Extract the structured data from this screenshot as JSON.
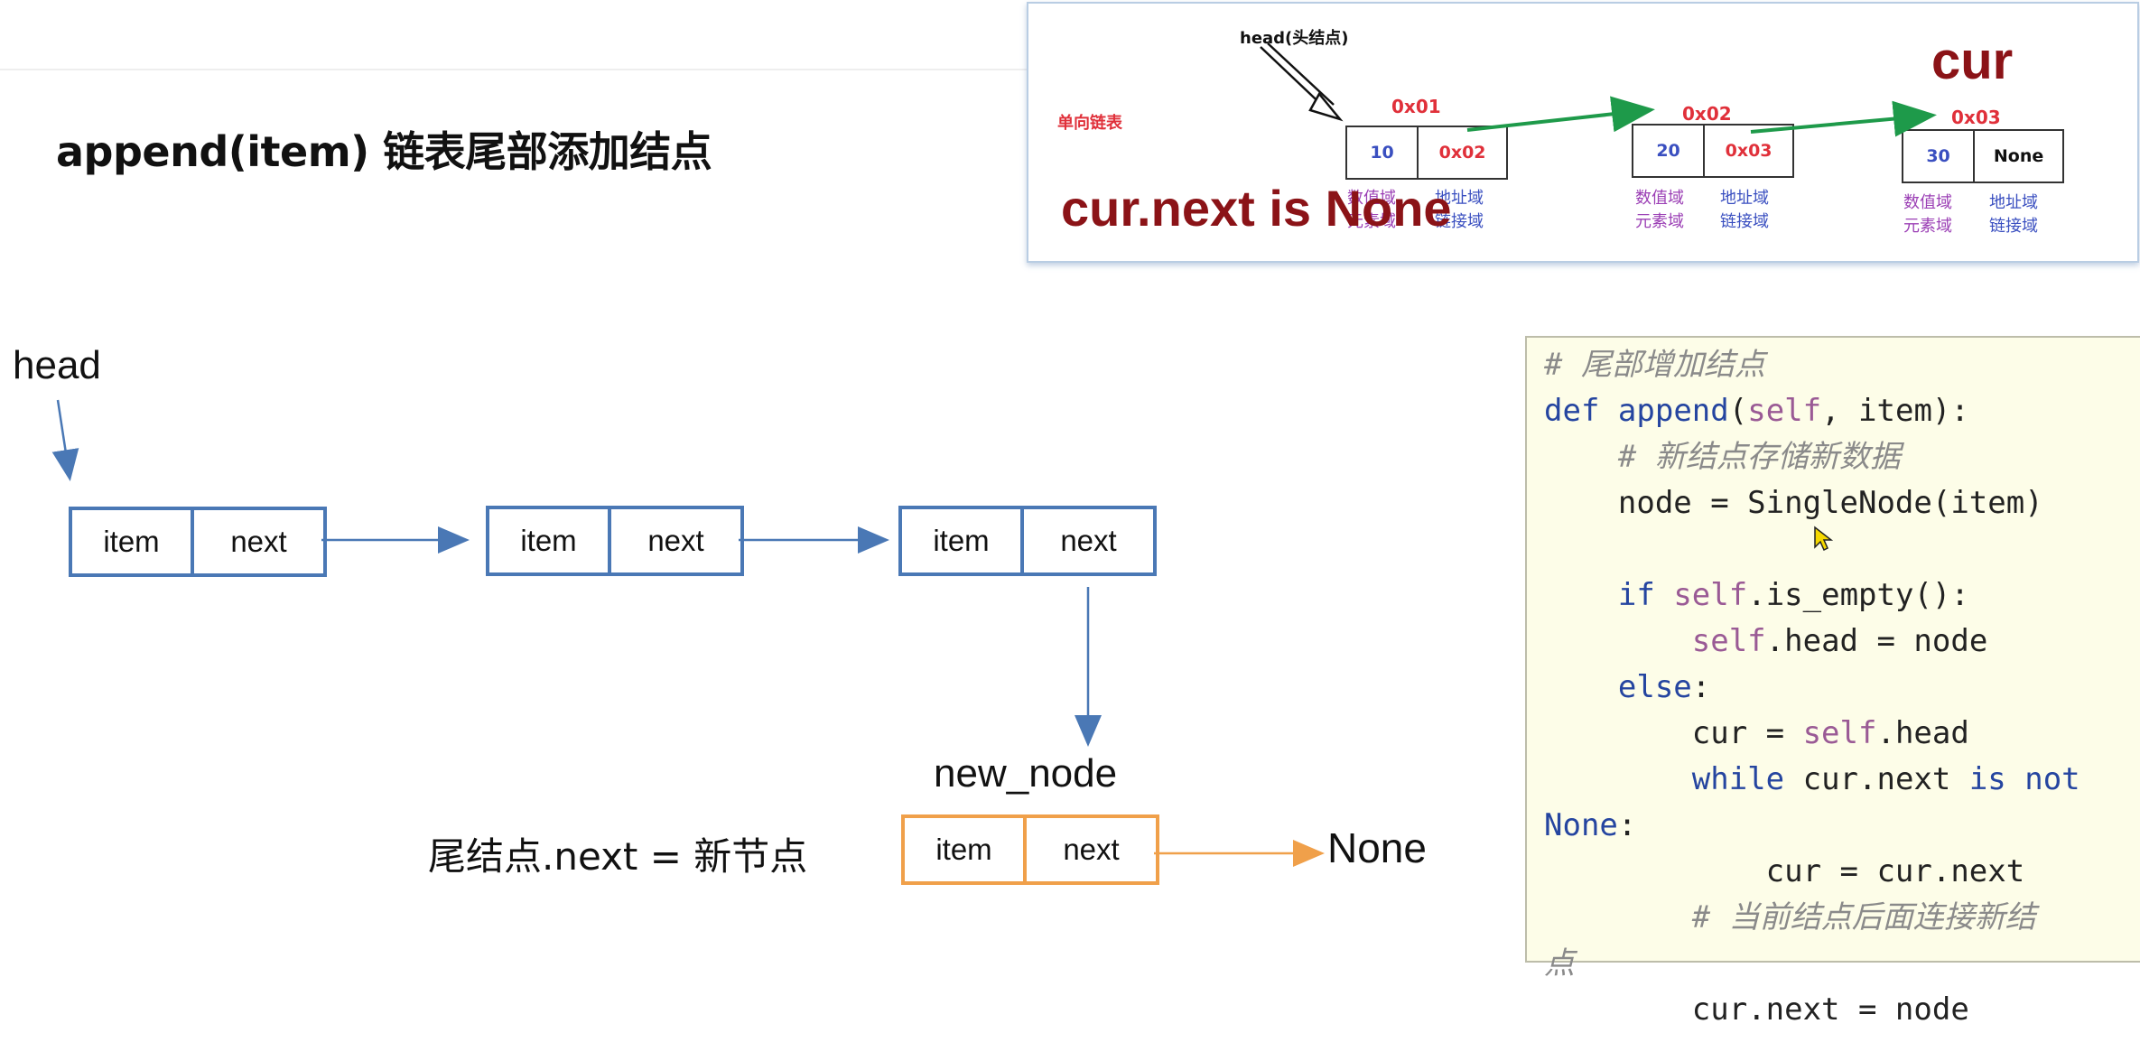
{
  "slide": {
    "title": "append(item) 链表尾部添加结点"
  },
  "inset": {
    "head_label": "head(头结点)",
    "list_kind": "单向链表",
    "cur_label": "cur",
    "condition_label": "cur.next is None",
    "nodes": [
      {
        "address": "0x01",
        "value": "10",
        "next": "0x02",
        "value_field": "数值域",
        "element_field": "元素域",
        "address_field": "地址域",
        "link_field": "链接域"
      },
      {
        "address": "0x02",
        "value": "20",
        "next": "0x03",
        "value_field": "数值域",
        "element_field": "元素域",
        "address_field": "地址域",
        "link_field": "链接域"
      },
      {
        "address": "0x03",
        "value": "30",
        "next": "None",
        "value_field": "数值域",
        "element_field": "元素域",
        "address_field": "地址域",
        "link_field": "链接域"
      }
    ]
  },
  "diagram": {
    "head_label": "head",
    "nodes": [
      {
        "item": "item",
        "next": "next"
      },
      {
        "item": "item",
        "next": "next"
      },
      {
        "item": "item",
        "next": "next"
      }
    ],
    "new_node": {
      "label": "new_node",
      "item": "item",
      "next": "next"
    },
    "assign_label": "尾结点.next = 新节点",
    "none_label": "None"
  },
  "code": {
    "lines": [
      "# 尾部增加结点",
      "def append(self, item):",
      "    # 新结点存储新数据",
      "    node = SingleNode(item)",
      "",
      "    if self.is_empty():",
      "        self.head = node",
      "    else:",
      "        cur = self.head",
      "        while cur.next is not",
      "None:",
      "            cur = cur.next",
      "        # 当前结点后面连接新结",
      "点",
      "        cur.next = node"
    ]
  },
  "colors": {
    "node_border": "#4a78b5",
    "new_node_border": "#f0a04a",
    "inset_arrow": "#1e9a4a",
    "title_red": "#8b1317",
    "code_bg": "#fdfde8"
  }
}
